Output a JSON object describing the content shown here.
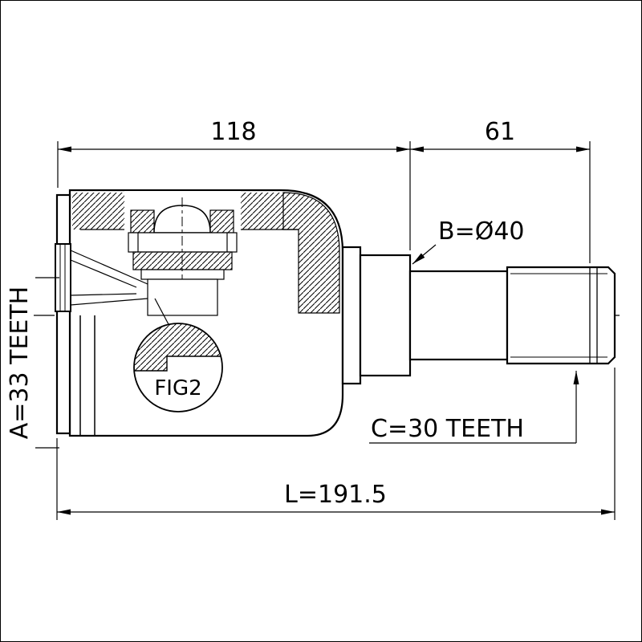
{
  "drawing": {
    "type": "cv-joint-cross-section",
    "background_color": "#ffffff",
    "line_color": "#000000",
    "labels": {
      "dim_width_housing": "118",
      "dim_width_spline": "61",
      "dim_diameter_b": "B=Ø40",
      "dim_teeth_a": "A=33 TEETH",
      "dim_teeth_c": "C=30 TEETH",
      "dim_overall_length": "L=191.5",
      "figure_ref": "FIG2"
    }
  }
}
